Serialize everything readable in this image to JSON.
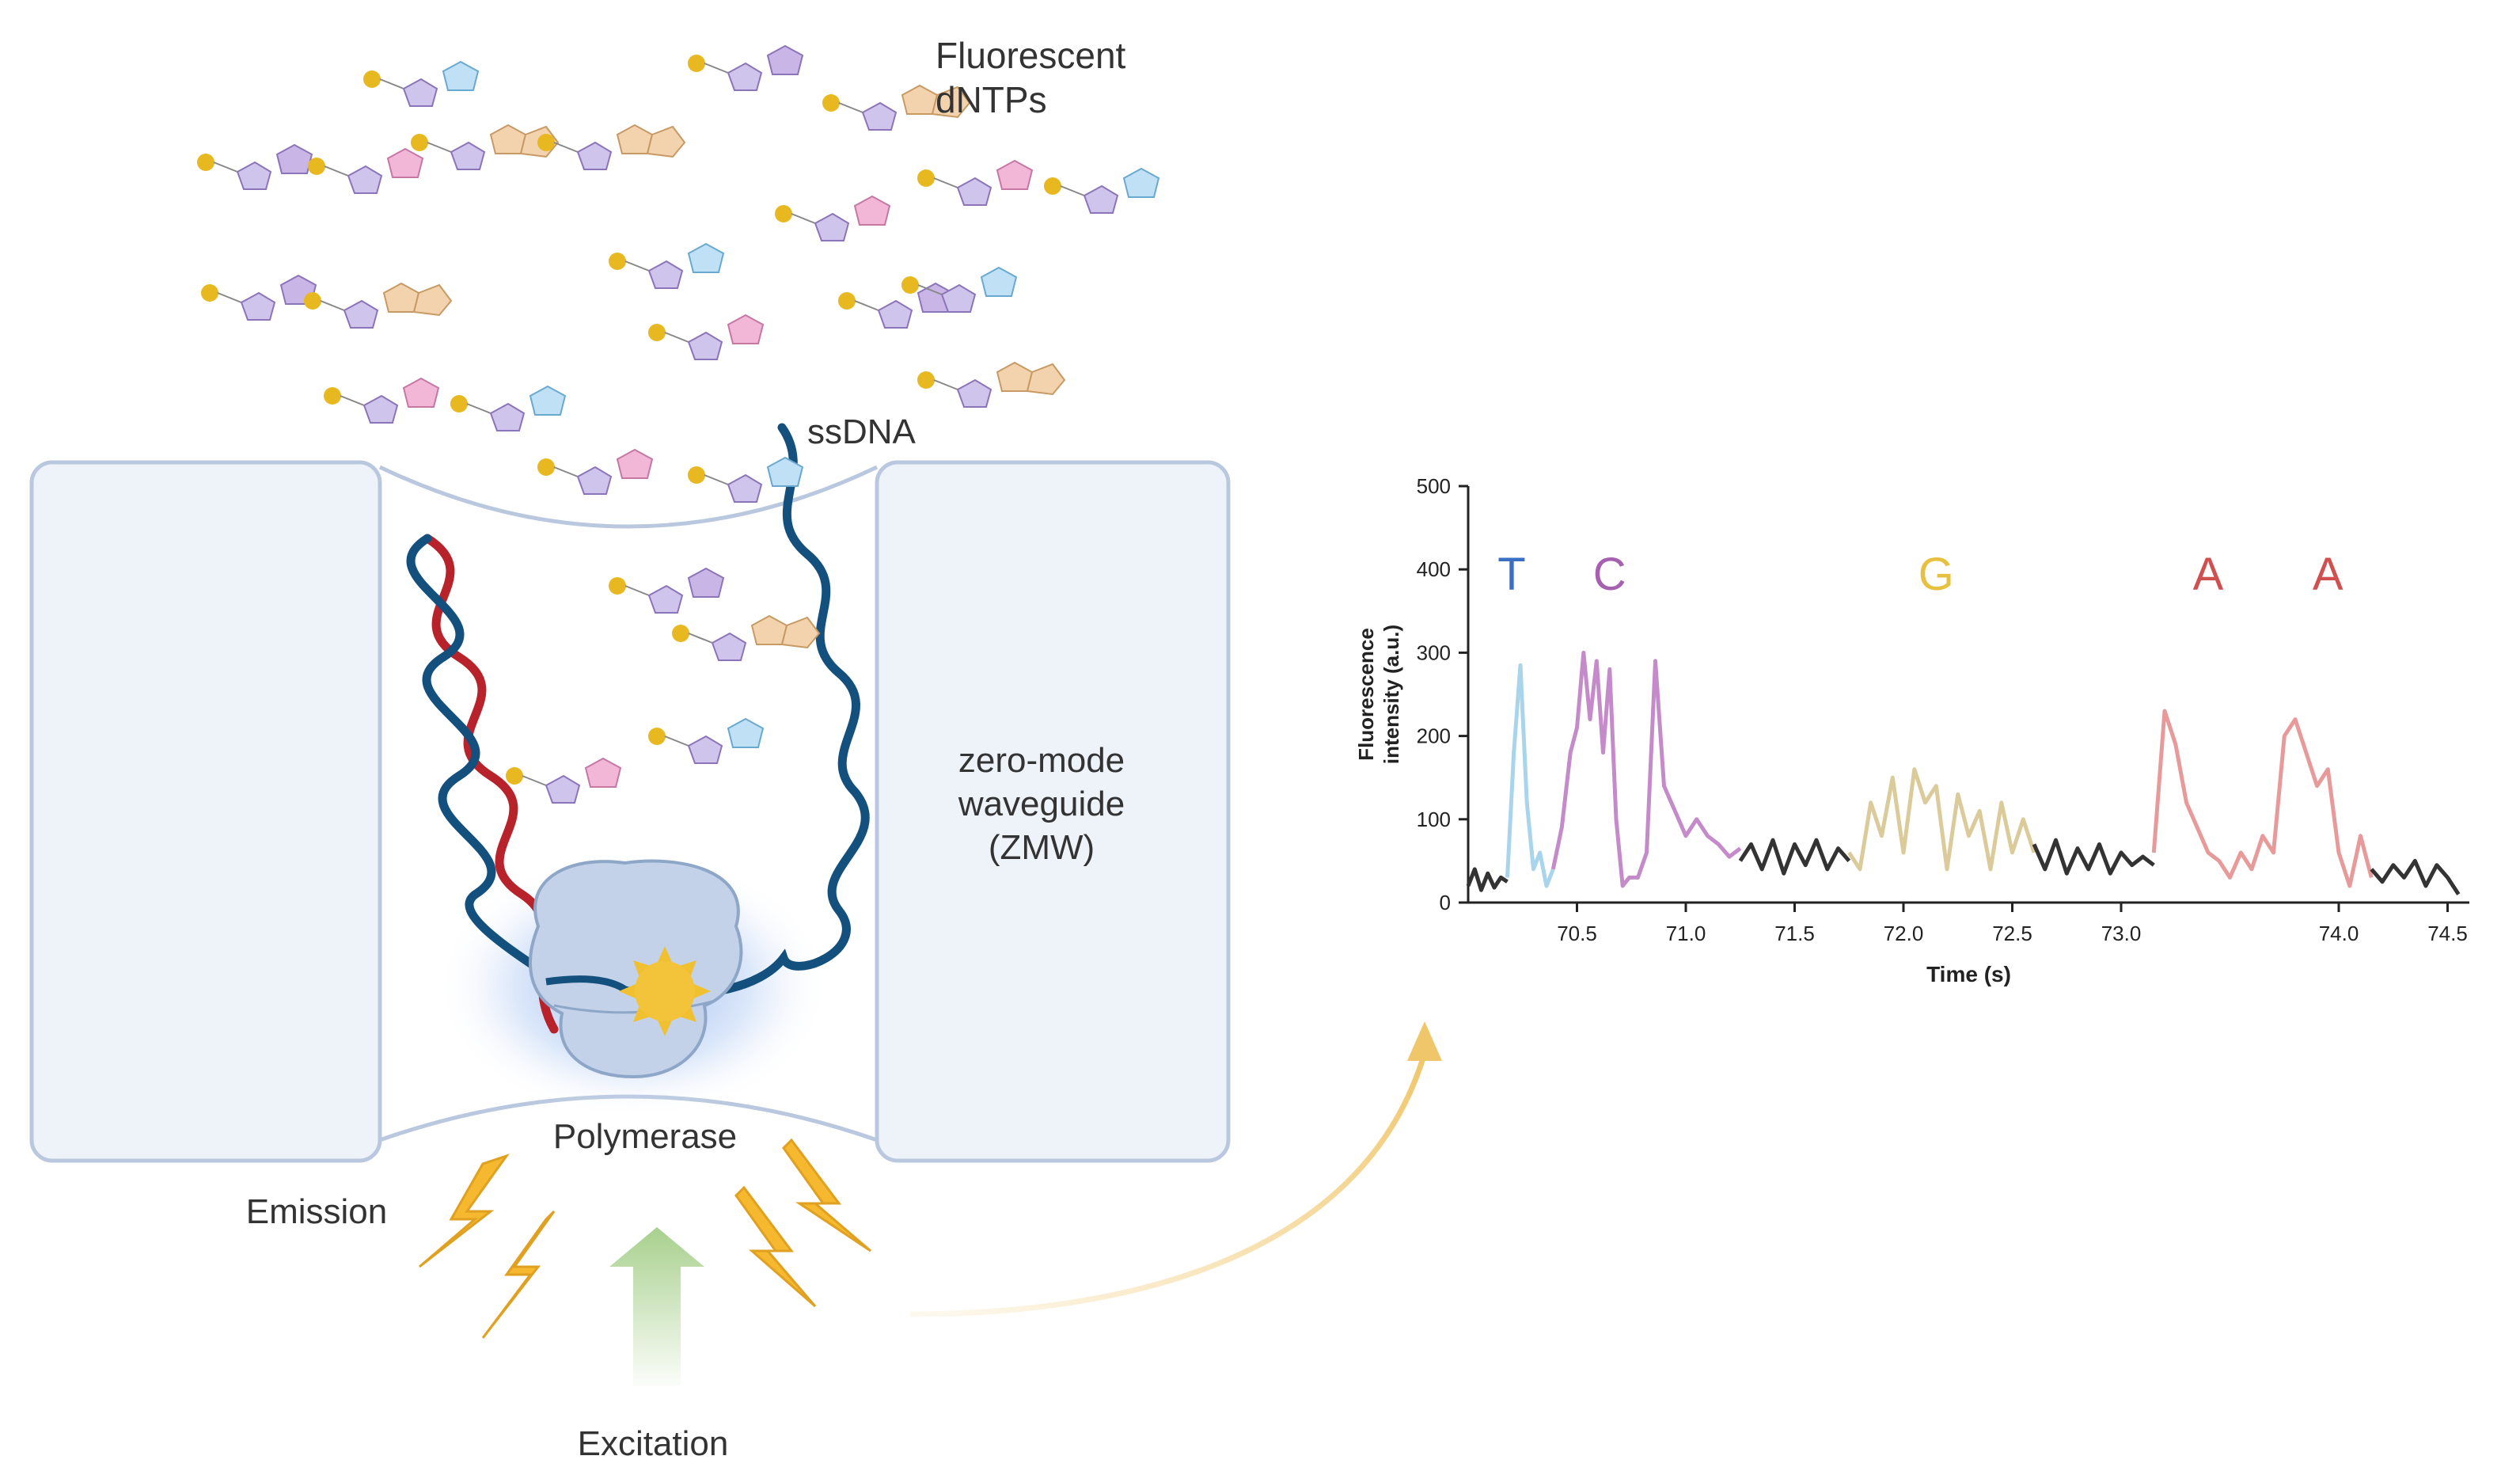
{
  "diagram": {
    "labels": {
      "fluorescent_dntps_line1": "Fluorescent",
      "fluorescent_dntps_line2": "dNTPs",
      "ssdna": "ssDNA",
      "zmw_line1": "zero-mode",
      "zmw_line2": "waveguide",
      "zmw_line3": "(ZMW)",
      "polymerase": "Polymerase",
      "emission": "Emission",
      "excitation": "Excitation"
    },
    "colors": {
      "well_fill": "#eef3fa",
      "well_stroke": "#b9c8de",
      "ssdna": "#14507e",
      "template_red": "#b8222a",
      "polymerase": "#c3d2e8",
      "glow": "#6e9de8",
      "dye": "#f0c030",
      "lightning": "#f5b82e",
      "excitation_arrow": "#a8d08d",
      "curve_arrow": "#f0c66a"
    }
  },
  "chart_data": {
    "type": "line",
    "xlabel": "Time (s)",
    "ylabel_line1": "Fluorescence",
    "ylabel_line2": "intensity (a.u.)",
    "xlim": [
      70.0,
      74.6
    ],
    "ylim": [
      0,
      500
    ],
    "xticks": [
      70.5,
      71.0,
      71.5,
      72.0,
      72.5,
      73.0,
      74.0,
      74.5
    ],
    "xtick_labels": [
      "70.5",
      "71.0",
      "71.5",
      "72.0",
      "72.5",
      "73.0",
      "74.0",
      "74.5"
    ],
    "yticks": [
      0,
      100,
      200,
      300,
      400,
      500
    ],
    "ytick_labels": [
      "0",
      "100",
      "200",
      "300",
      "400",
      "500"
    ],
    "base_labels": [
      {
        "text": "T",
        "x": 70.2,
        "color": "#3a6fc4"
      },
      {
        "text": "C",
        "x": 70.65,
        "color": "#a660b0"
      },
      {
        "text": "G",
        "x": 72.15,
        "color": "#e8c040"
      },
      {
        "text": "A",
        "x": 73.4,
        "color": "#d05050"
      },
      {
        "text": "A",
        "x": 73.95,
        "color": "#d05050"
      }
    ],
    "series": [
      {
        "color": "#333333",
        "x": [
          70.0,
          70.03,
          70.06,
          70.09,
          70.12,
          70.15,
          70.18
        ],
        "y": [
          20,
          40,
          15,
          35,
          18,
          30,
          25
        ]
      },
      {
        "color": "#a8d4ec",
        "x": [
          70.18,
          70.21,
          70.24,
          70.27,
          70.3,
          70.33,
          70.36,
          70.39
        ],
        "y": [
          30,
          180,
          285,
          120,
          40,
          60,
          20,
          40
        ]
      },
      {
        "color": "#c58ac9",
        "x": [
          70.39,
          70.43,
          70.47,
          70.5,
          70.53,
          70.56,
          70.59,
          70.62,
          70.65,
          70.68,
          70.71,
          70.74,
          70.78,
          70.82,
          70.86,
          70.9,
          70.95,
          71.0,
          71.05,
          71.1,
          71.15,
          71.2,
          71.25
        ],
        "y": [
          40,
          90,
          180,
          210,
          300,
          220,
          290,
          180,
          280,
          100,
          20,
          30,
          30,
          60,
          290,
          140,
          110,
          80,
          100,
          80,
          70,
          55,
          65
        ]
      },
      {
        "color": "#333333",
        "x": [
          71.25,
          71.3,
          71.35,
          71.4,
          71.45,
          71.5,
          71.55,
          71.6,
          71.65,
          71.7,
          71.75
        ],
        "y": [
          50,
          70,
          40,
          75,
          35,
          70,
          45,
          75,
          40,
          65,
          50
        ]
      },
      {
        "color": "#dccb9a",
        "x": [
          71.75,
          71.8,
          71.85,
          71.9,
          71.95,
          72.0,
          72.05,
          72.1,
          72.15,
          72.2,
          72.25,
          72.3,
          72.35,
          72.4,
          72.45,
          72.5,
          72.55,
          72.6
        ],
        "y": [
          60,
          40,
          120,
          80,
          150,
          60,
          160,
          120,
          140,
          40,
          130,
          80,
          110,
          40,
          120,
          60,
          100,
          60
        ]
      },
      {
        "color": "#333333",
        "x": [
          72.6,
          72.65,
          72.7,
          72.75,
          72.8,
          72.85,
          72.9,
          72.95,
          73.0,
          73.05,
          73.1,
          73.15
        ],
        "y": [
          70,
          40,
          75,
          35,
          65,
          40,
          70,
          35,
          60,
          45,
          55,
          45
        ]
      },
      {
        "color": "#e89a9a",
        "x": [
          73.15,
          73.2,
          73.25,
          73.3,
          73.35,
          73.4,
          73.45,
          73.5,
          73.55,
          73.6,
          73.65,
          73.7,
          73.75,
          73.8,
          73.85,
          73.9,
          73.95,
          74.0,
          74.05,
          74.1,
          74.15
        ],
        "y": [
          60,
          230,
          190,
          120,
          90,
          60,
          50,
          30,
          60,
          40,
          80,
          60,
          200,
          220,
          180,
          140,
          160,
          60,
          20,
          80,
          30
        ]
      },
      {
        "color": "#333333",
        "x": [
          74.15,
          74.2,
          74.25,
          74.3,
          74.35,
          74.4,
          74.45,
          74.5,
          74.55
        ],
        "y": [
          40,
          25,
          45,
          30,
          50,
          20,
          45,
          30,
          10
        ]
      }
    ]
  }
}
